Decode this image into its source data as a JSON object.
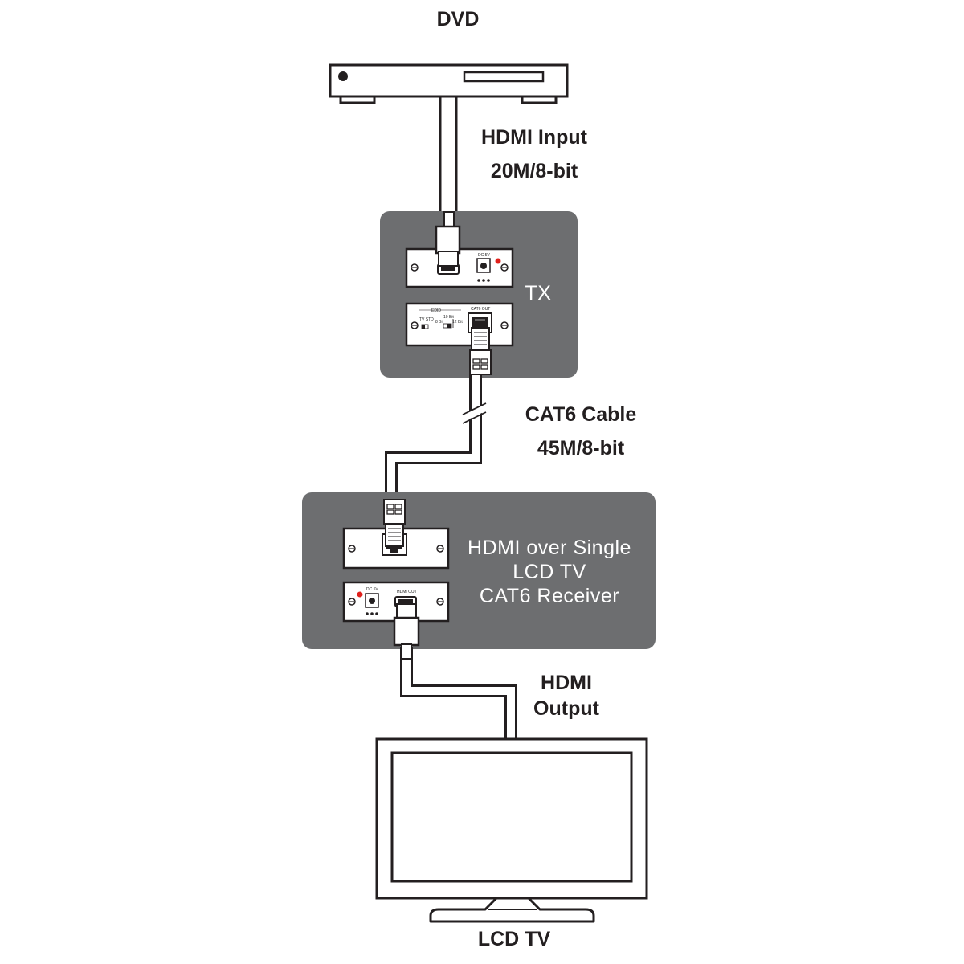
{
  "labels": {
    "dvd": "DVD",
    "hdmi_input_line1": "HDMI Input",
    "hdmi_input_line2": "20M/8-bit",
    "tx": "TX",
    "cat6_line1": "CAT6 Cable",
    "cat6_line2": "45M/8-bit",
    "receiver_line1": "HDMI over Single",
    "receiver_line2": "LCD TV",
    "receiver_line3": "CAT6 Receiver",
    "hdmi_output_line1": "HDMI",
    "hdmi_output_line2": "Output",
    "lcd_tv": "LCD TV"
  },
  "panel_text": {
    "tx_dc": "DC 5V",
    "tx_edid": "EDID",
    "tx_tvstd": "TV STD",
    "tx_10bit": "10 Bit",
    "tx_8bit": "8 Bit",
    "tx_12bit": "12 Bit",
    "tx_cat6out": "CAT6 OUT",
    "rx_dc": "DC 5V",
    "rx_hdmiout": "HDMI OUT"
  },
  "colors": {
    "device_box": "#6d6e70",
    "outline": "#231f20",
    "led": "#e0201b"
  }
}
